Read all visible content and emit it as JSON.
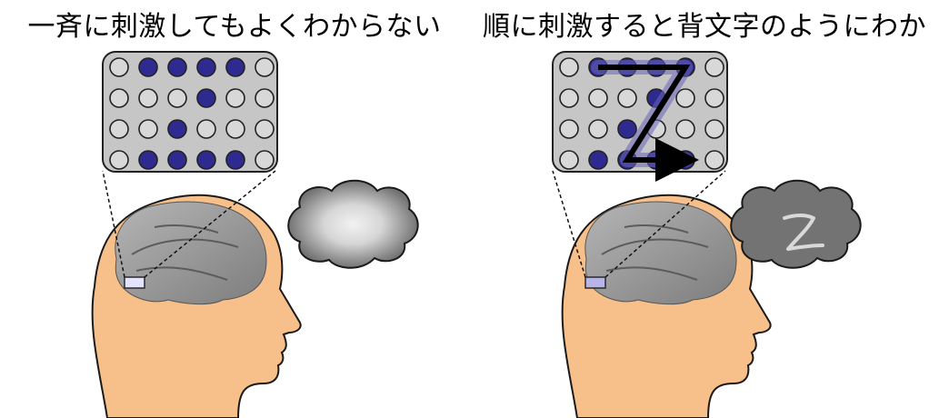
{
  "left_panel": {
    "caption": "一斉に刺激してもよくわからない",
    "grid": {
      "rows": 4,
      "cols": 6,
      "active": [
        [
          0,
          1
        ],
        [
          0,
          2
        ],
        [
          0,
          3
        ],
        [
          0,
          4
        ],
        [
          1,
          3
        ],
        [
          2,
          2
        ],
        [
          3,
          1
        ],
        [
          3,
          2
        ],
        [
          3,
          3
        ],
        [
          3,
          4
        ]
      ]
    },
    "percept": "blur"
  },
  "right_panel": {
    "caption": "順に刺激すると背文字のようにわかる",
    "grid": {
      "rows": 4,
      "cols": 6,
      "active": [
        [
          0,
          1
        ],
        [
          0,
          2
        ],
        [
          0,
          3
        ],
        [
          0,
          4
        ],
        [
          1,
          3
        ],
        [
          2,
          2
        ],
        [
          3,
          1
        ],
        [
          3,
          2
        ],
        [
          3,
          3
        ],
        [
          3,
          4
        ]
      ]
    },
    "letter": "Z",
    "percept": "letter-z"
  },
  "colors": {
    "skin": "#f7c08a",
    "brain": "#9a9a9a",
    "grid_bg": "#c6c6c6",
    "active_dot": "#2e2a8f",
    "inactive_dot": "#d8d8d8",
    "cloud": "#737373"
  }
}
